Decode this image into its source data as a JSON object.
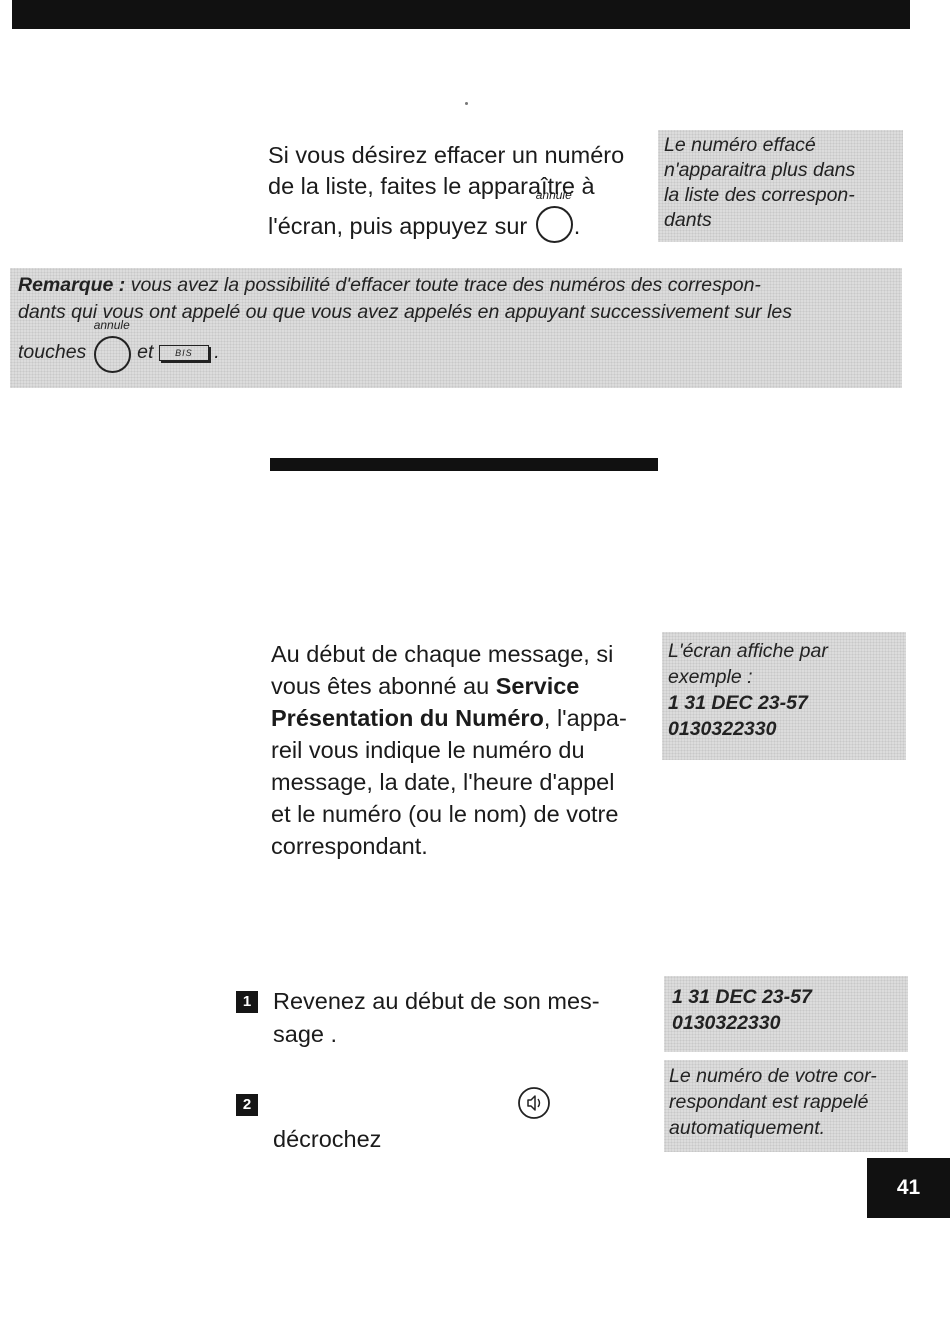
{
  "section1": {
    "text_line1": "Si vous désirez effacer un numéro",
    "text_line2": "de la liste, faites le apparaître à",
    "text_line3": "l'écran, puis appuyez sur",
    "key_label": "annule",
    "note_line1": "Le numéro effacé",
    "note_line2": "n'apparaitra plus dans",
    "note_line3": "la liste des correspon-",
    "note_line4": "dants"
  },
  "remark": {
    "label": "Remarque :",
    "line1": "vous avez la possibilité d'effacer toute trace des numéros des correspon-",
    "line2": "dants qui vous ont appelé ou que vous avez appelés en appuyant successivement sur les",
    "line3_start": "touches",
    "key_label": "annule",
    "and": "et",
    "bis_label": "BIS",
    "end": "."
  },
  "section2": {
    "line1": "Au début de chaque message, si",
    "line2_start": "vous êtes abonné au",
    "service_bold_1": "Service",
    "service_bold_2": "Présentation du Numéro",
    "line3_end": ", l'appa-",
    "line4": "reil vous indique le numéro du",
    "line5": "message, la date, l'heure d'appel",
    "line6": "et le numéro (ou le nom) de votre",
    "line7": "correspondant.",
    "note_line1": "L'écran affiche par",
    "note_line2": "exemple :",
    "note_line3": "1  31 DEC  23-57",
    "note_line4": "0130322330"
  },
  "steps": {
    "step1_num": "1",
    "step1_line1": "Revenez au début de son mes-",
    "step1_line2": "sage .",
    "step2_num": "2",
    "step2_text": "décrochez",
    "display_line1": "1  31 DEC  23-57",
    "display_line2": "0130322330",
    "note_line1": "Le numéro de votre cor-",
    "note_line2": "respondant  est rappelé",
    "note_line3": "automatiquement."
  },
  "page_number": "41"
}
